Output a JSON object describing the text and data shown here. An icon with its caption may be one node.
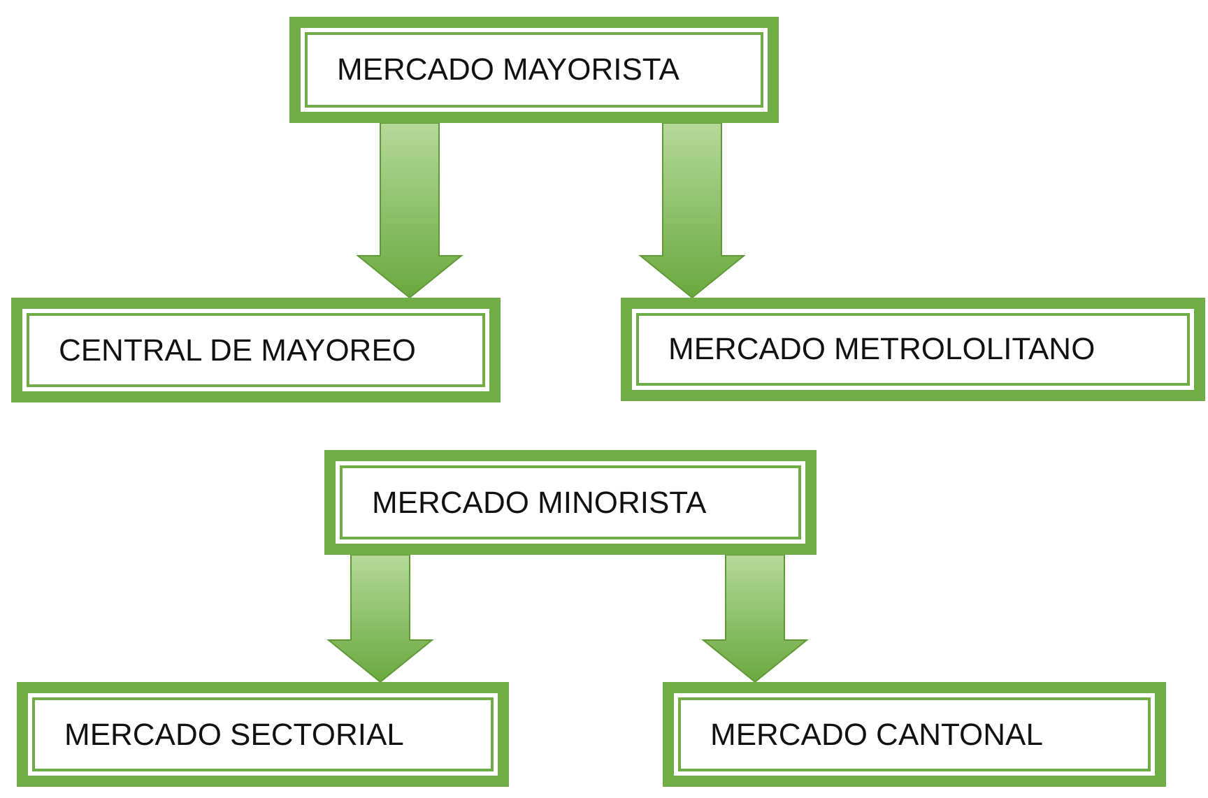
{
  "diagram": {
    "nodes": [
      {
        "text": [
          "MERCADO MAYORISTA"
        ]
      },
      {
        "text": [
          "CENTRAL DE MAYOREO"
        ]
      },
      {
        "text": [
          "MERCADO METROLOLITANO"
        ]
      },
      {
        "text": [
          "MERCADO MINORISTA"
        ]
      },
      {
        "text": [
          "MERCADO SECTORIAL"
        ]
      },
      {
        "text": [
          "MERCADO CANTONAL"
        ]
      }
    ],
    "edges": [
      {
        "from": 0,
        "to": 1,
        "arrow": "to"
      },
      {
        "from": 0,
        "to": 2,
        "arrow": "to"
      },
      {
        "from": 3,
        "to": 4,
        "arrow": "to"
      },
      {
        "from": 3,
        "to": 5,
        "arrow": "to"
      }
    ]
  }
}
